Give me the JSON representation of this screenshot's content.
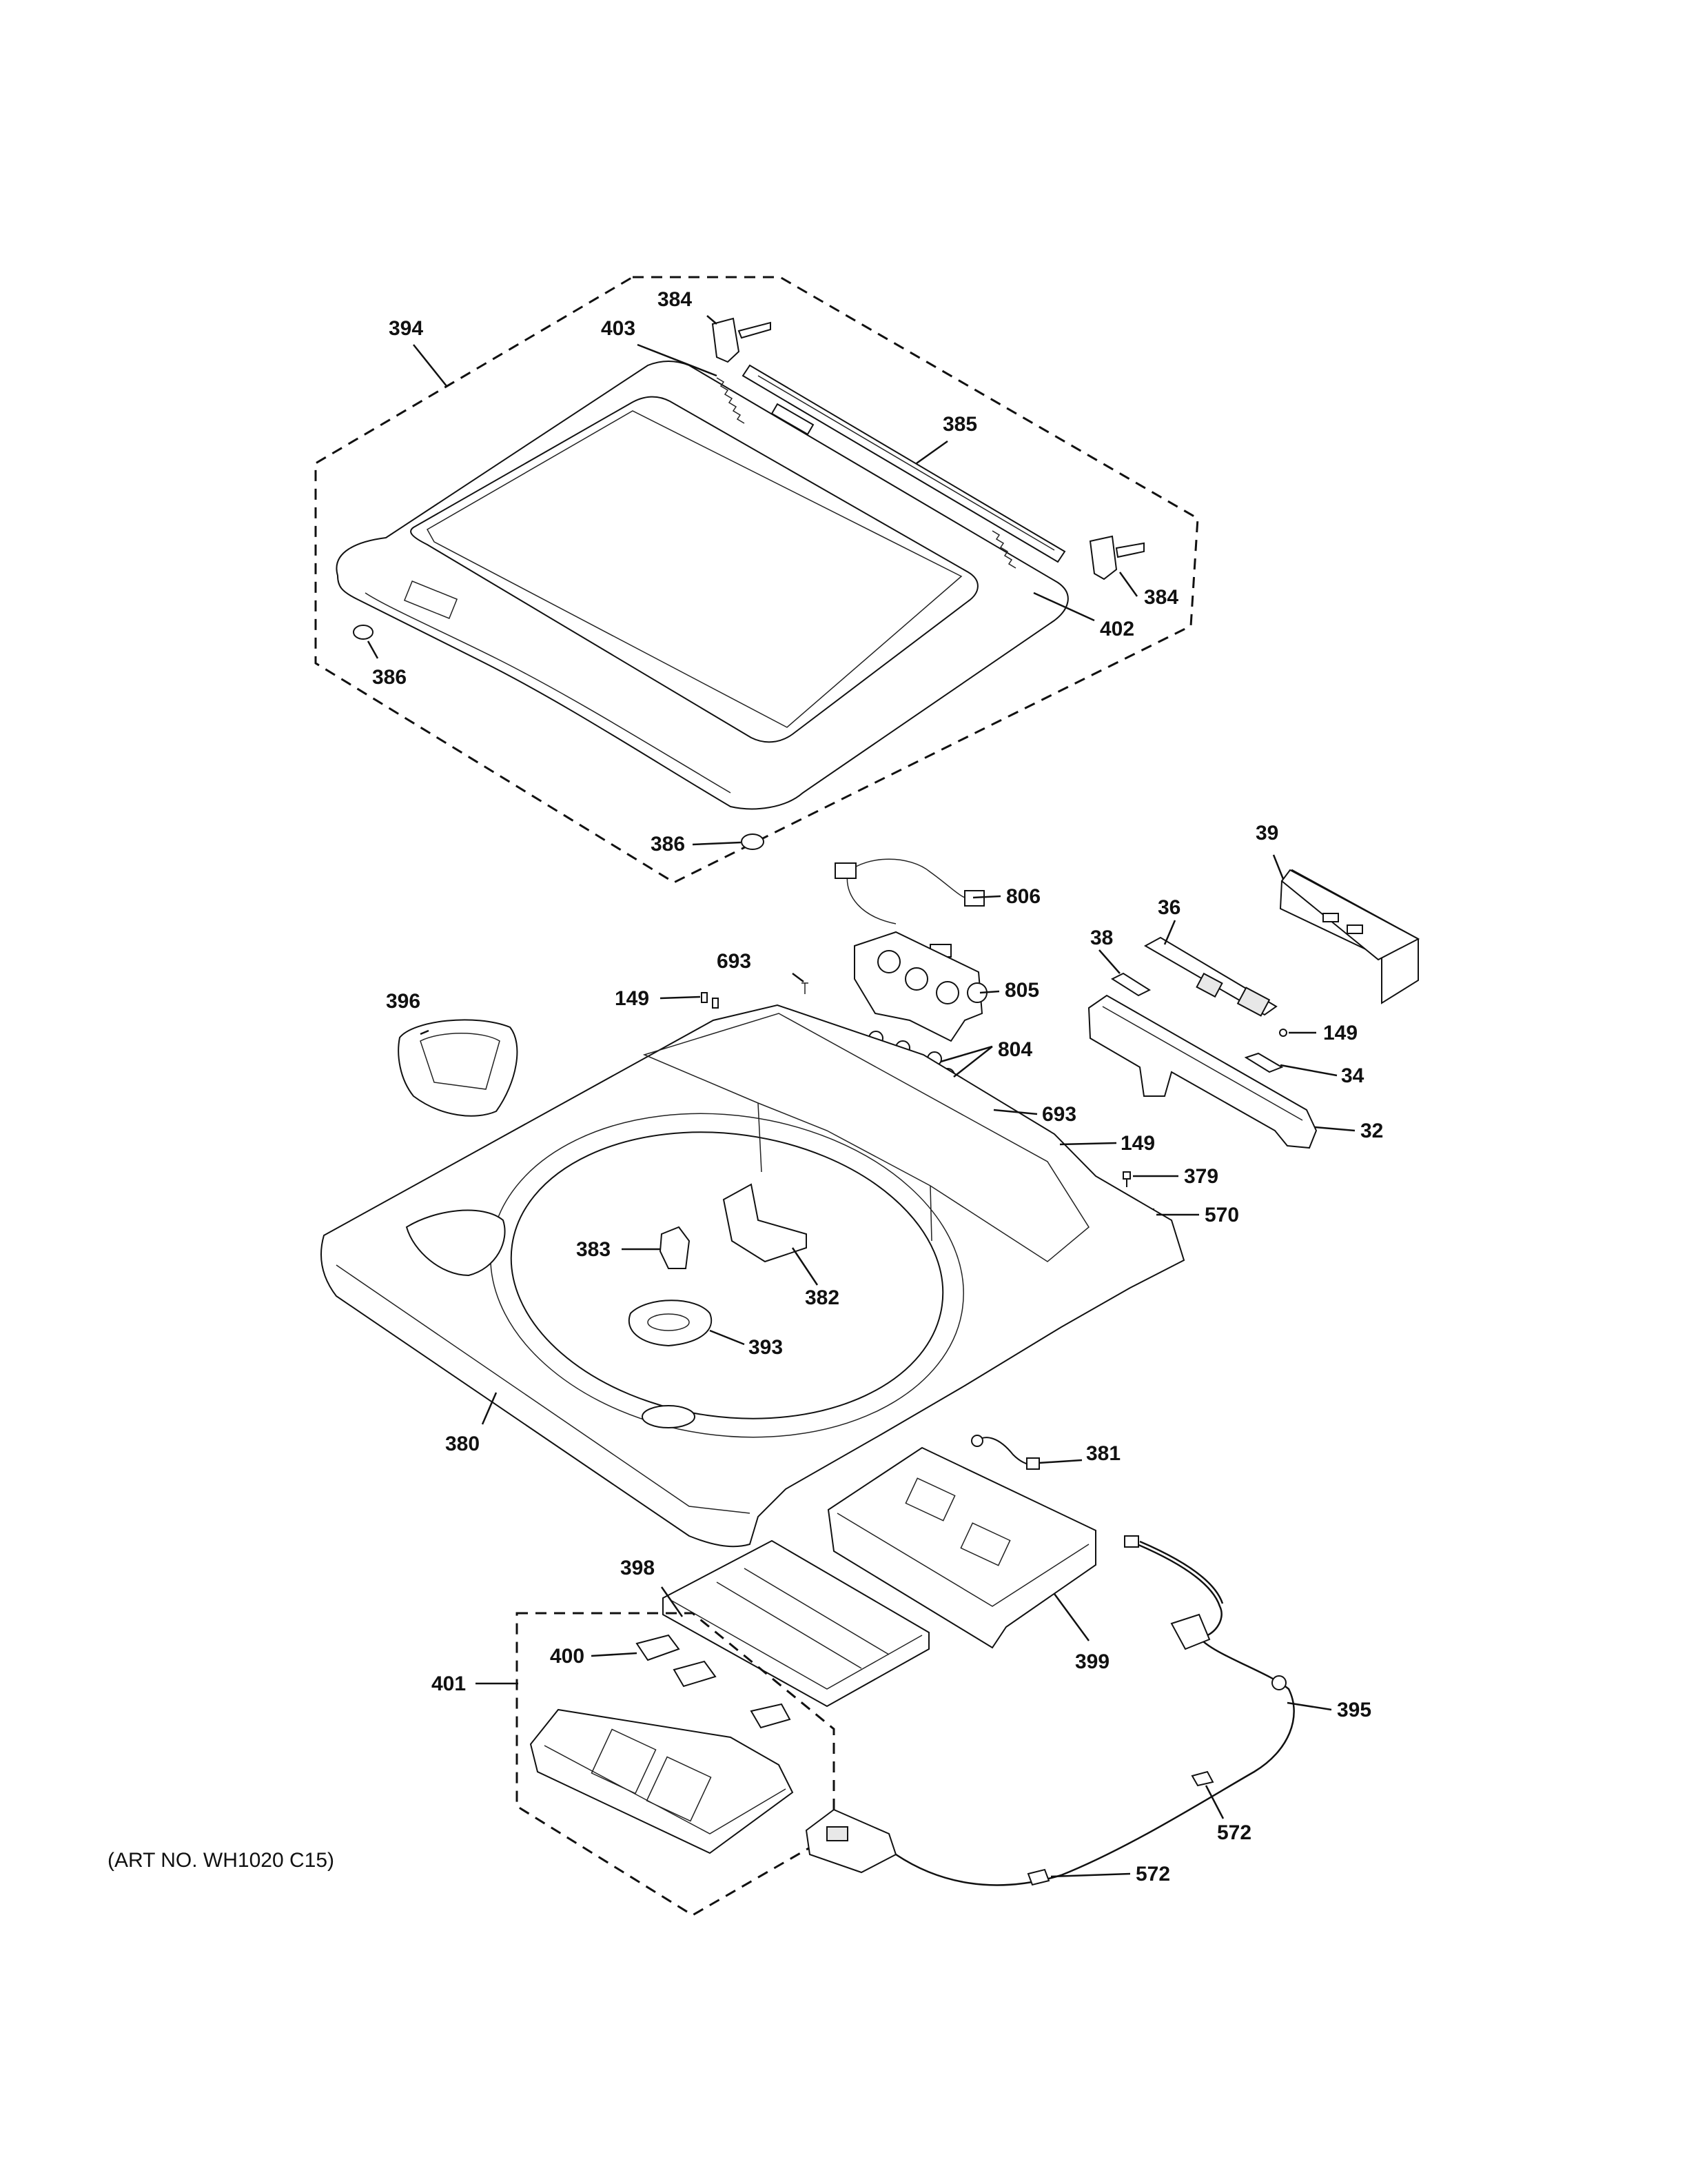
{
  "art_number": "(ART NO. WH1020 C15)",
  "callouts": {
    "c394": "394",
    "c384a": "384",
    "c403": "403",
    "c385": "385",
    "c384b": "384",
    "c402": "402",
    "c386a": "386",
    "c386b": "386",
    "c39": "39",
    "c806": "806",
    "c36": "36",
    "c38": "38",
    "c693a": "693",
    "c149a": "149",
    "c805": "805",
    "c149b": "149",
    "c396": "396",
    "c804": "804",
    "c34": "34",
    "c693b": "693",
    "c149c": "149",
    "c32": "32",
    "c379": "379",
    "c570": "570",
    "c383": "383",
    "c382": "382",
    "c393": "393",
    "c380": "380",
    "c381": "381",
    "c398": "398",
    "c399": "399",
    "c400": "400",
    "c401": "401",
    "c395": "395",
    "c572a": "572",
    "c572b": "572"
  }
}
